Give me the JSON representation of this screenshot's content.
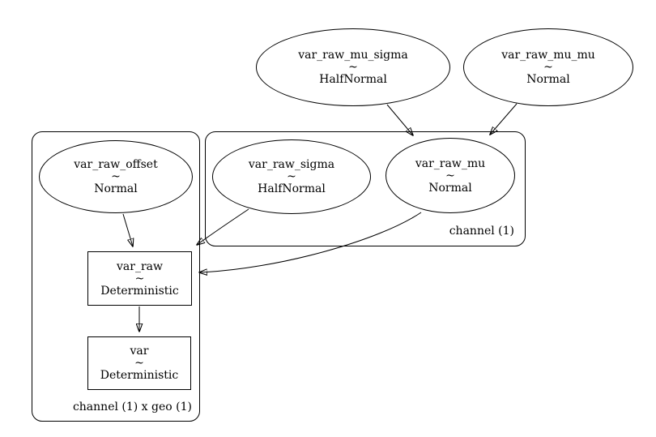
{
  "diagram": {
    "kind": "probabilistic-model-graph",
    "background_color": "#ffffff",
    "line_color": "#000000",
    "nodes": [
      {
        "name": "var_raw_mu_sigma",
        "relation": "~",
        "distribution": "HalfNormal",
        "shape": "ellipse"
      },
      {
        "name": "var_raw_mu_mu",
        "relation": "~",
        "distribution": "Normal",
        "shape": "ellipse"
      },
      {
        "name": "var_raw_sigma",
        "relation": "~",
        "distribution": "HalfNormal",
        "shape": "ellipse"
      },
      {
        "name": "var_raw_mu",
        "relation": "~",
        "distribution": "Normal",
        "shape": "ellipse"
      },
      {
        "name": "var_raw_offset",
        "relation": "~",
        "distribution": "Normal",
        "shape": "ellipse"
      },
      {
        "name": "var_raw",
        "relation": "~",
        "distribution": "Deterministic",
        "shape": "rectangle"
      },
      {
        "name": "var",
        "relation": "~",
        "distribution": "Deterministic",
        "shape": "rectangle"
      }
    ],
    "plates": [
      {
        "label": "channel (1)"
      },
      {
        "label": "channel (1) x geo (1)"
      }
    ],
    "edges": [
      {
        "from": "var_raw_mu_sigma",
        "to": "var_raw_mu"
      },
      {
        "from": "var_raw_mu_mu",
        "to": "var_raw_mu"
      },
      {
        "from": "var_raw_offset",
        "to": "var_raw"
      },
      {
        "from": "var_raw_sigma",
        "to": "var_raw"
      },
      {
        "from": "var_raw_mu",
        "to": "var_raw"
      },
      {
        "from": "var_raw",
        "to": "var"
      }
    ]
  }
}
